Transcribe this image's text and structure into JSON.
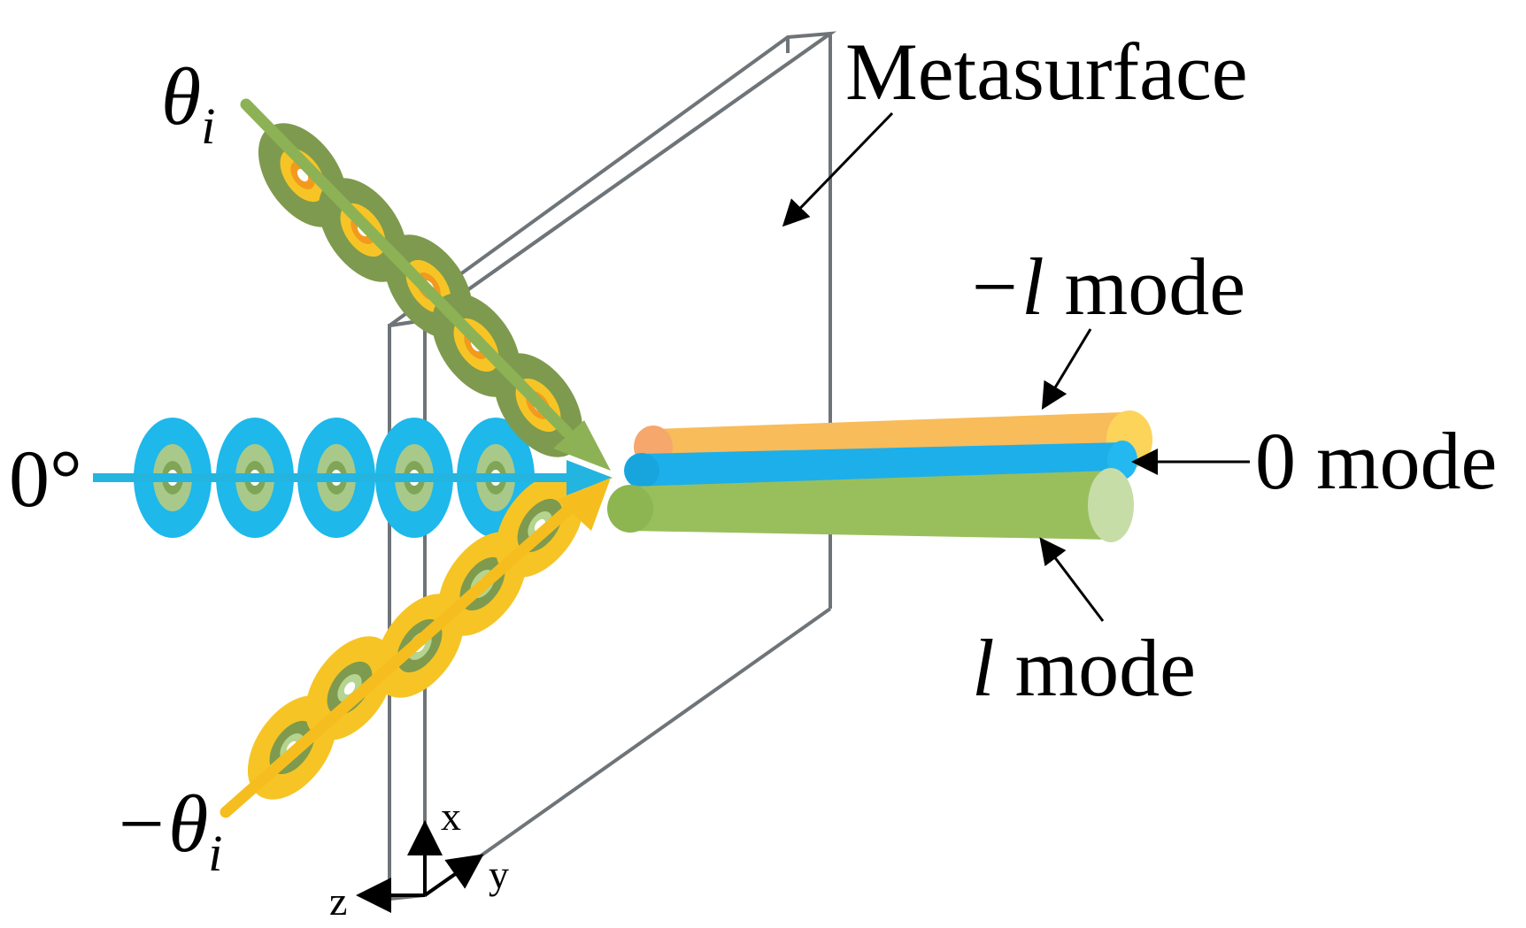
{
  "labels": {
    "metasurface": "Metasurface",
    "theta_pos_symbol": "θ",
    "theta_pos_sub": "i",
    "theta_neg_symbol": "−θ",
    "theta_neg_sub": "i",
    "zero_deg": "0°",
    "neg_l_mode_symbol": "−l",
    "neg_l_mode_word": " mode",
    "zero_mode": "0 mode",
    "l_mode_symbol": "l",
    "l_mode_word": " mode",
    "axis_x": "x",
    "axis_y": "y",
    "axis_z": "z"
  },
  "colors": {
    "green_beam": "#8DB255",
    "green_lobe": "#7E9A4E",
    "blue_beam": "#24B4E0",
    "blue_lobe": "#1EB8EA",
    "yellow_beam": "#F5BE1E",
    "yellow_lobe": "#F6C525",
    "orange_cylinder": "#F8BC5A",
    "blue_cylinder": "#1DAFEA",
    "green_cylinder": "#99BF5C",
    "frame": "#6E7478"
  }
}
